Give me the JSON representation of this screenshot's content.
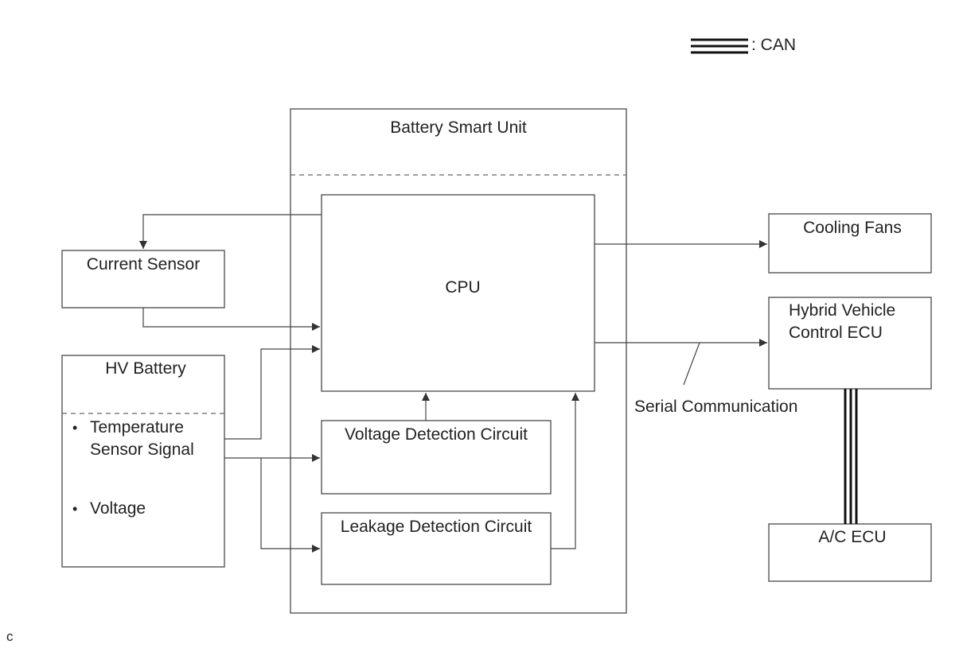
{
  "legend": {
    "label": ": CAN"
  },
  "battery_smart_unit": {
    "title": "Battery Smart Unit"
  },
  "cpu": {
    "label": "CPU"
  },
  "current_sensor": {
    "label": "Current Sensor"
  },
  "hv_battery": {
    "title": "HV Battery",
    "items": [
      "Temperature\nSensor Signal",
      "Voltage"
    ]
  },
  "voltage_detection": {
    "label": "Voltage Detection Circuit"
  },
  "leakage_detection": {
    "label": "Leakage Detection Circuit"
  },
  "cooling_fans": {
    "label": "Cooling Fans"
  },
  "hybrid_ecu": {
    "label_line1": "Hybrid Vehicle",
    "label_line2": "Control ECU"
  },
  "ac_ecu": {
    "label": "A/C ECU"
  },
  "serial_comm": {
    "label": "Serial Communication"
  },
  "corner_mark": "c"
}
